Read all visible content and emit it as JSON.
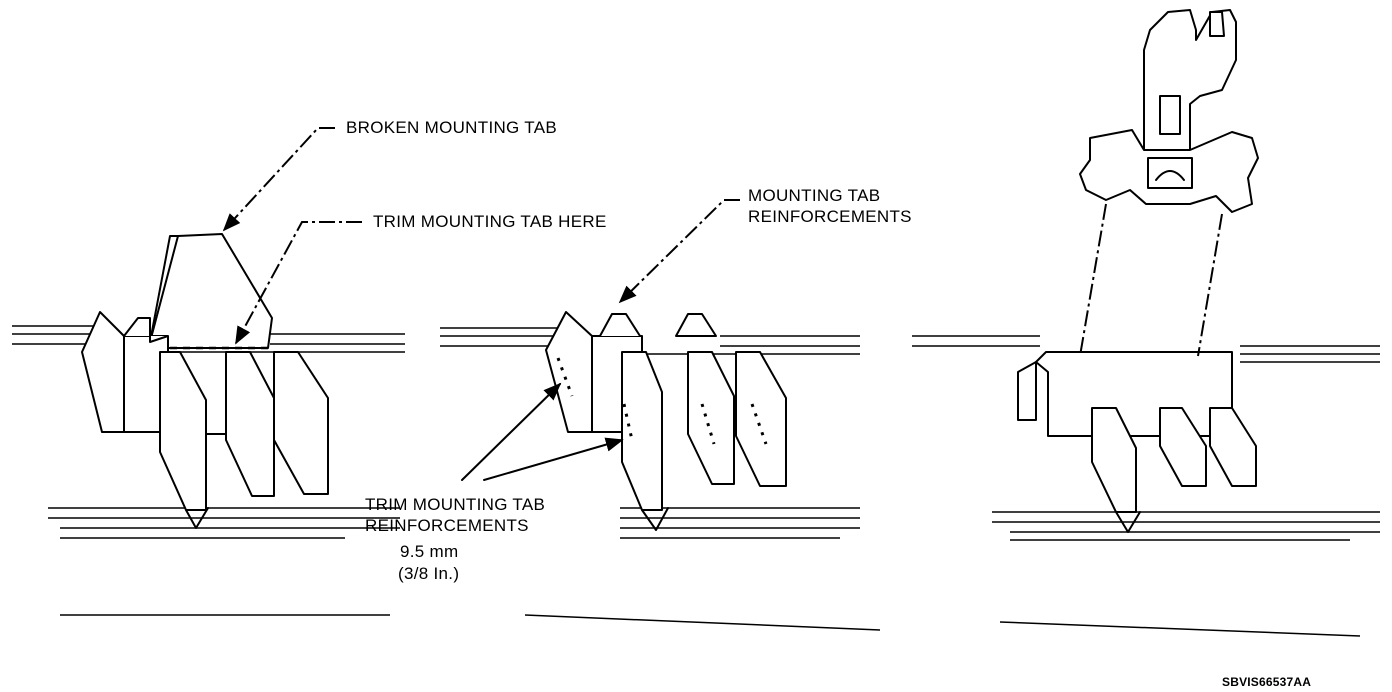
{
  "labels": {
    "broken_tab": "BROKEN MOUNTING TAB",
    "trim_here": "TRIM MOUNTING TAB HERE",
    "reinforcements_line1": "MOUNTING TAB",
    "reinforcements_line2": "REINFORCEMENTS",
    "trim_reinf_line1": "TRIM MOUNTING TAB",
    "trim_reinf_line2": "REINFORCEMENTS",
    "dim_metric": "9.5 mm",
    "dim_imperial": "(3/8 In.)",
    "figure_code": "SBVIS66537AA"
  }
}
